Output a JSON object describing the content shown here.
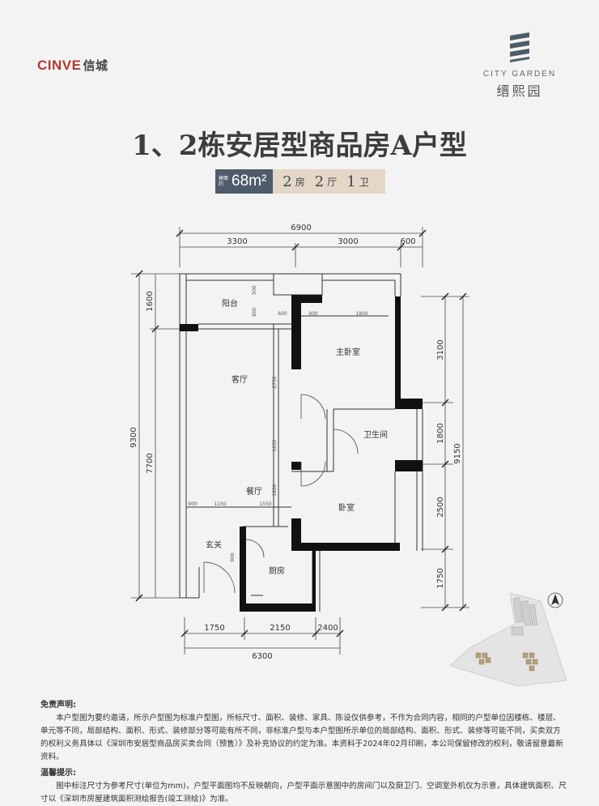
{
  "brand_left": {
    "en": "CINVE",
    "cn": "信城"
  },
  "brand_right": {
    "en": "CITY GARDEN",
    "cn": "缙熙园"
  },
  "title": "1、2栋安居型商品房A户型",
  "badge": {
    "area_label": "建面约",
    "area": "68m²",
    "rooms": "2",
    "rooms_unit": "房",
    "halls": "2",
    "halls_unit": "厅",
    "baths": "1",
    "baths_unit": "卫"
  },
  "dims": {
    "top_total": "6900",
    "top_a": "3300",
    "top_b": "3000",
    "top_c": "600",
    "left_total": "9300",
    "left_a": "1600",
    "left_b": "7700",
    "right_total": "9150",
    "right_a": "3100",
    "right_b": "1800",
    "right_c": "2500",
    "right_d": "1750",
    "bottom_total": "6300",
    "bottom_a": "1750",
    "bottom_b": "2150",
    "bottom_c": "2400",
    "small": [
      "600",
      "900",
      "1900",
      "2750",
      "1650",
      "1800",
      "900",
      "1150",
      "1550",
      "900",
      "500",
      "800"
    ]
  },
  "rooms": {
    "balcony": "阳台",
    "master": "主卧室",
    "living": "客厅",
    "bathroom": "卫生间",
    "dining": "餐厅",
    "bedroom": "卧室",
    "entry": "玄关",
    "kitchen": "厨房"
  },
  "disclaimer": {
    "heading": "免责声明:",
    "body": "本户型图为要约邀请，所示户型图为标准户型图，所标尺寸、面积、装修、家具、陈设仅供参考，不作为合同内容，相同的户型单位因楼栋、楼层、单元等不同，局部结构、面积、形式、装修部分等可能有所不同，非标准户型与本户型图所示单位的局部结构、面积、形式、装修等可能不同，买卖双方的权利义务具体以《深圳市安居型商品房买卖合同（预售）》及补充协议的约定为准。本资料于2024年02月印刷，本公司保留修改的权利，敬请留意最新资料。"
  },
  "tips": {
    "heading": "温馨提示:",
    "body": "图中标注尺寸为参考尺寸(单位为mm)，户型平面图均不反映朝向，户型平面示意图中的房间门以及厨卫门、空调室外机仅为示意，具体建筑面积、尺寸以《深圳市房屋建筑面积测绘报告(竣工测绘)》为准。"
  },
  "colors": {
    "brand_red": "#b23a32",
    "badge_dark": "#4e5b6a",
    "badge_light": "#e4d7c8",
    "wall": "#000000"
  },
  "icons": [
    "north-arrow-icon",
    "site-plan-map",
    "logo-mark-icon"
  ]
}
